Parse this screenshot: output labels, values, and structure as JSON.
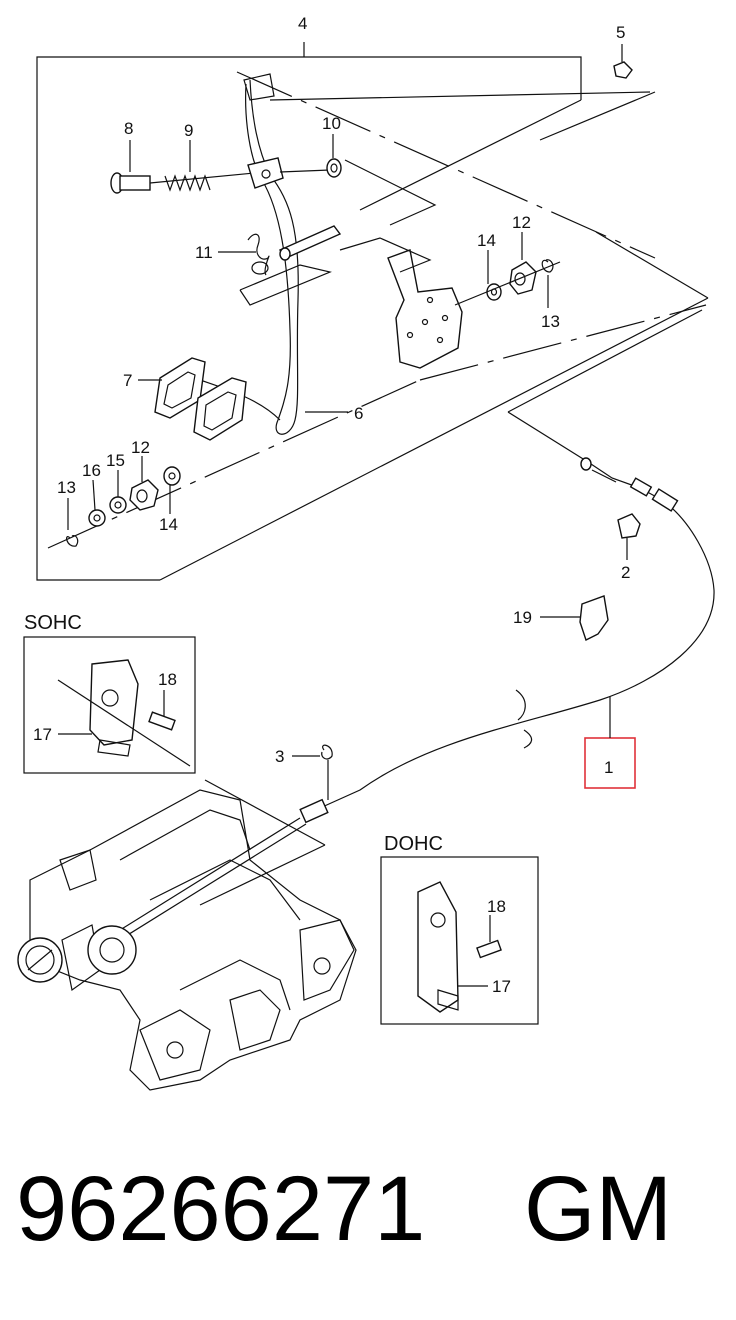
{
  "labels": {
    "l1": "1",
    "l2": "2",
    "l3": "3",
    "l4": "4",
    "l5": "5",
    "l6": "6",
    "l7": "7",
    "l8": "8",
    "l9": "9",
    "l10": "10",
    "l11": "11",
    "l12a": "12",
    "l12b": "12",
    "l13a": "13",
    "l13b": "13",
    "l14a": "14",
    "l14b": "14",
    "l15": "15",
    "l16": "16",
    "l17a": "17",
    "l17b": "17",
    "l18a": "18",
    "l18b": "18",
    "l19": "19"
  },
  "sections": {
    "sohc": "SOHC",
    "dohc": "DOHC"
  },
  "footer": {
    "part_number": "96266271",
    "brand": "GM"
  },
  "highlight_color": "#e0323a"
}
